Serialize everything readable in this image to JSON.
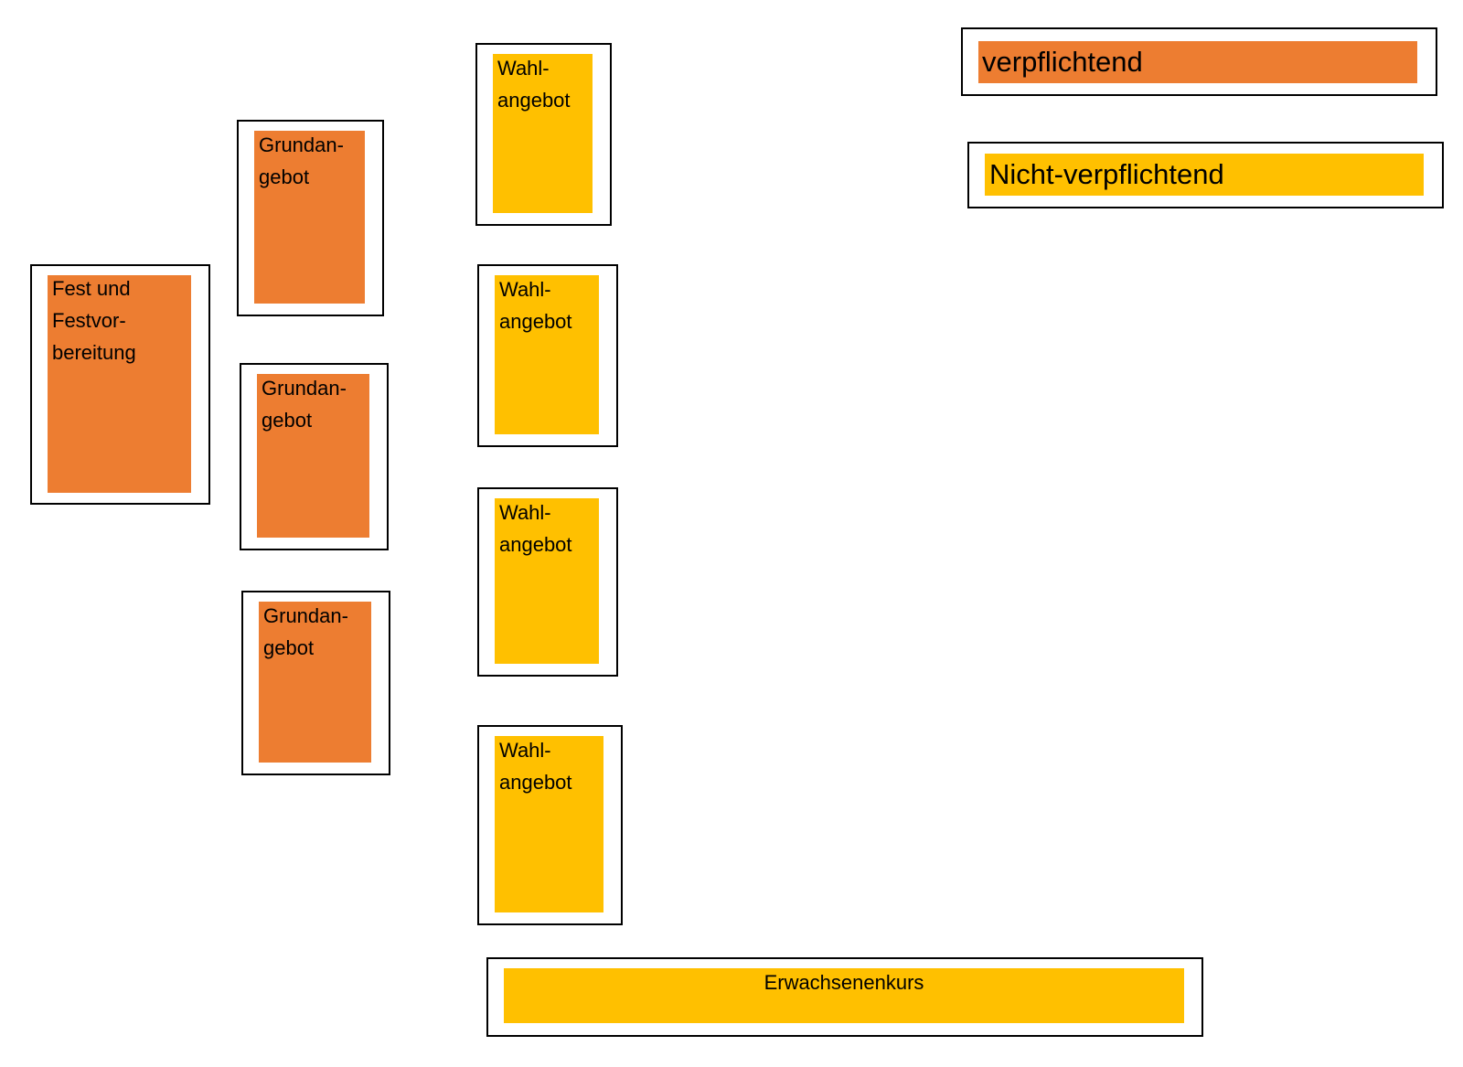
{
  "colors": {
    "mandatory": "#ED7D31",
    "optional": "#FFC000",
    "border": "#000000"
  },
  "legend": {
    "mandatory": "verpflichtend",
    "optional": "Nicht-verpflichtend"
  },
  "blocks": {
    "fest": "Fest und\nFestvor-\nbereitung",
    "grund_1": "Grundan-\ngebot",
    "grund_2": "Grundan-\ngebot",
    "grund_3": "Grundan-\ngebot",
    "wahl_1": "Wahl-\nangebot",
    "wahl_2": "Wahl-\nangebot",
    "wahl_3": "Wahl-\nangebot",
    "wahl_4": "Wahl-\nangebot",
    "erwachsenenkurs": "Erwachsenenkurs"
  }
}
